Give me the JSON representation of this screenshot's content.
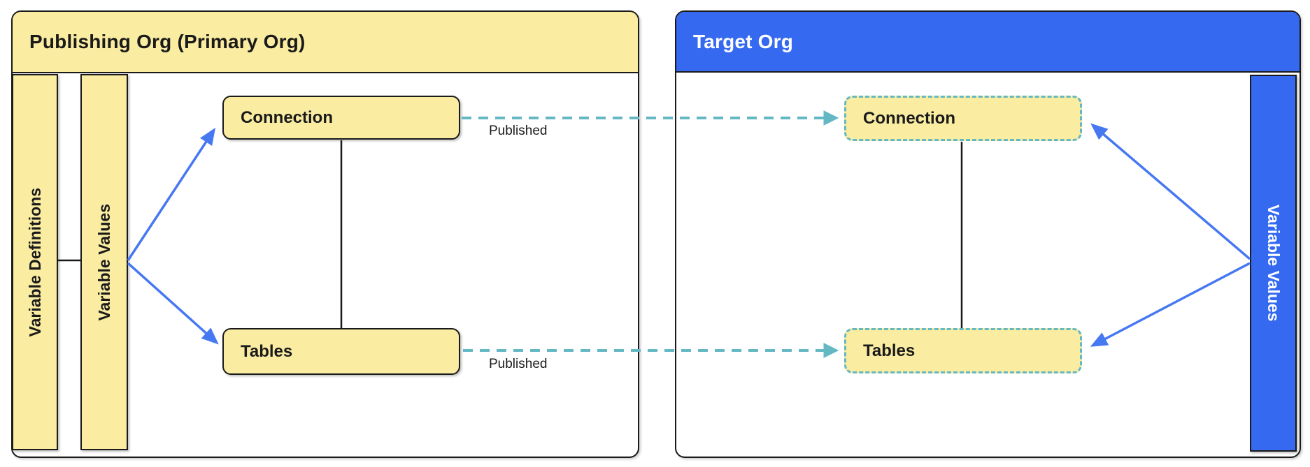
{
  "diagram": {
    "publishing_org": {
      "title": "Publishing Org (Primary Org)",
      "variable_definitions_label": "Variable Definitions",
      "variable_values_label": "Variable Values",
      "connection_label": "Connection",
      "tables_label": "Tables"
    },
    "target_org": {
      "title": "Target Org",
      "variable_values_label": "Variable Values",
      "connection_label": "Connection",
      "tables_label": "Tables"
    },
    "edge_labels": {
      "published_top": "Published",
      "published_bottom": "Published"
    },
    "colors": {
      "panel_yellow": "#FAEDA2",
      "org_blue": "#3569F0",
      "arrow_blue": "#4678F2",
      "published_teal": "#63B8C4",
      "outline_black": "#1A1A1A",
      "background_white": "#FFFFFF"
    }
  }
}
